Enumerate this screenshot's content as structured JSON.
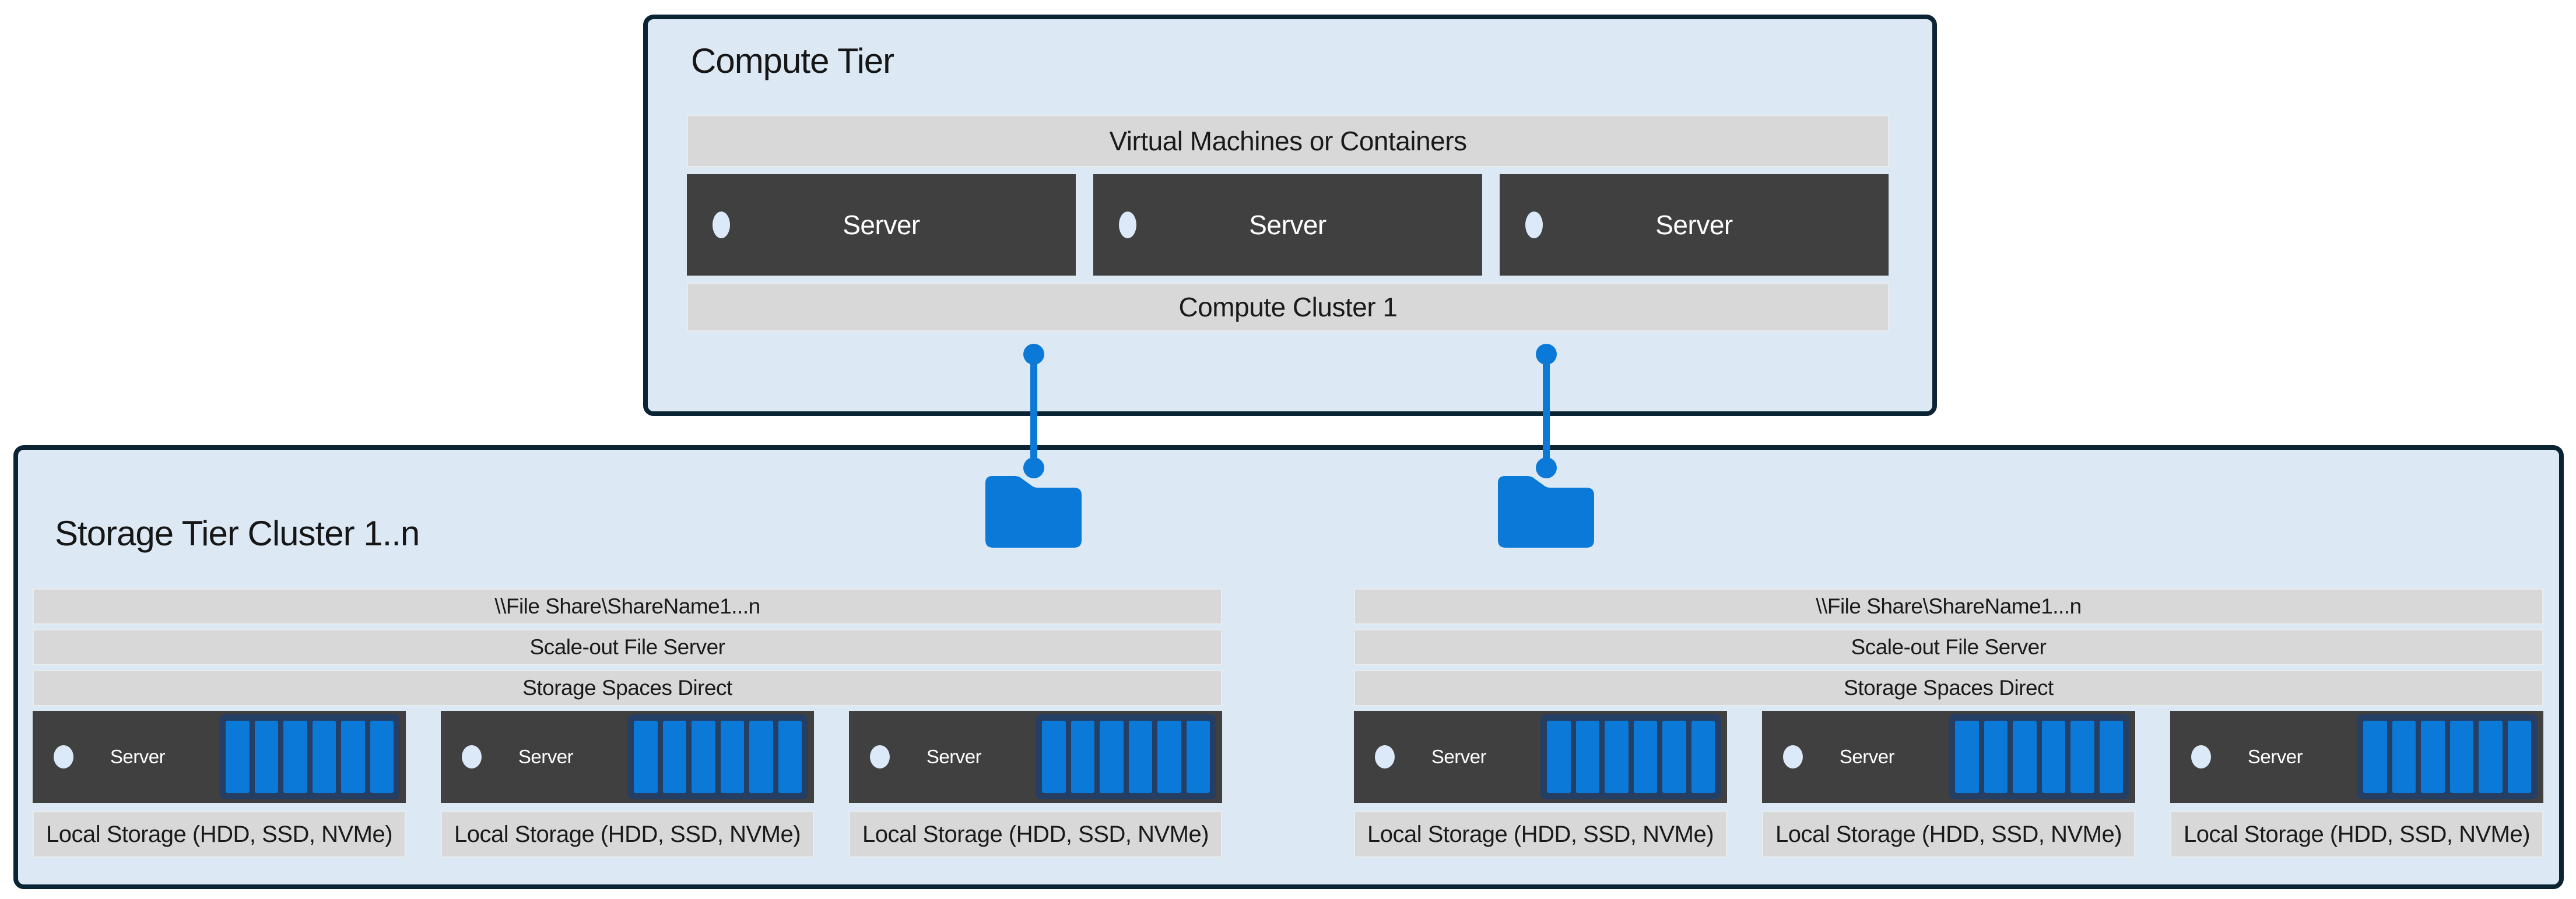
{
  "compute_tier": {
    "title": "Compute Tier",
    "vm_bar": "Virtual Machines or Containers",
    "servers": [
      "Server",
      "Server",
      "Server"
    ],
    "cluster_bar": "Compute Cluster 1"
  },
  "storage_tier": {
    "title": "Storage Tier Cluster 1..n",
    "disks_per_server": 6,
    "clusters": [
      {
        "file_share_bar": "\\\\File Share\\ShareName1...n",
        "file_server_bar": "Scale-out File Server",
        "spaces_bar": "Storage Spaces Direct",
        "servers": [
          "Server",
          "Server",
          "Server"
        ],
        "local_storage_bars": [
          "Local Storage (HDD, SSD, NVMe)",
          "Local Storage (HDD, SSD, NVMe)",
          "Local Storage (HDD, SSD, NVMe)"
        ]
      },
      {
        "file_share_bar": "\\\\File Share\\ShareName1...n",
        "file_server_bar": "Scale-out File Server",
        "spaces_bar": "Storage Spaces Direct",
        "servers": [
          "Server",
          "Server",
          "Server"
        ],
        "local_storage_bars": [
          "Local Storage (HDD, SSD, NVMe)",
          "Local Storage (HDD, SSD, NVMe)",
          "Local Storage (HDD, SSD, NVMe)"
        ]
      }
    ]
  },
  "icons": {
    "folder": "folder-icon",
    "server_dot": "server-dot-icon",
    "connector": "connector-link-icon",
    "disk": "disk-bar-icon"
  },
  "colors": {
    "tier_fill": "#dce9f5",
    "tier_border": "#0a2433",
    "bar_gray": "#d8d8d8",
    "server_dark": "#404040",
    "accent_blue": "#0b79d7",
    "disk_frame_navy": "#243e64",
    "server_dot": "#dbe9f8"
  }
}
